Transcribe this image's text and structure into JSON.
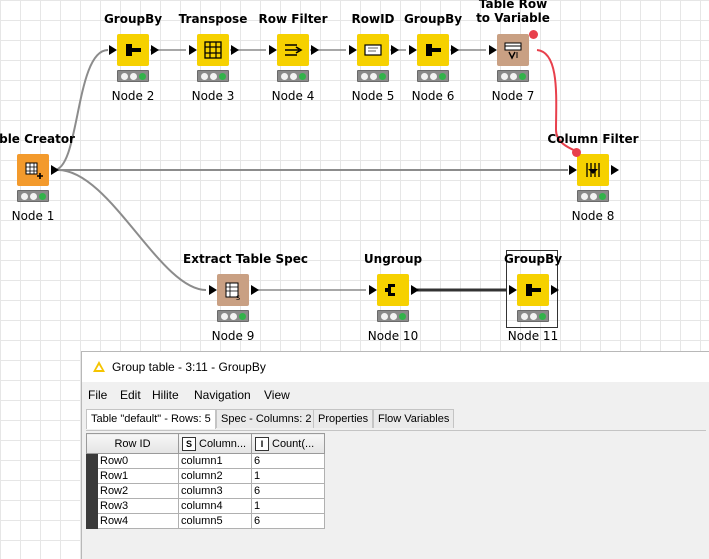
{
  "workflow": {
    "nodes": [
      {
        "id": "groupby-2",
        "title_lines": [
          "GroupBy"
        ],
        "label": "Node 2",
        "icon": "groupby-icon",
        "color": "#f6d100"
      },
      {
        "id": "transpose-3",
        "title_lines": [
          "Transpose"
        ],
        "label": "Node 3",
        "icon": "transpose-icon",
        "color": "#f6d100"
      },
      {
        "id": "rowfilter-4",
        "title_lines": [
          "Row Filter"
        ],
        "label": "Node 4",
        "icon": "row-filter-icon",
        "color": "#f6d100"
      },
      {
        "id": "rowid-5",
        "title_lines": [
          "RowID"
        ],
        "label": "Node 5",
        "icon": "rowid-icon",
        "color": "#f6d100"
      },
      {
        "id": "groupby-6",
        "title_lines": [
          "GroupBy"
        ],
        "label": "Node 6",
        "icon": "groupby-icon",
        "color": "#f6d100"
      },
      {
        "id": "tablerow-7",
        "title_lines": [
          "Table Row",
          "to Variable"
        ],
        "label": "Node 7",
        "icon": "table-row-to-variable-icon",
        "color": "#c9a083"
      },
      {
        "id": "tablecreator-1",
        "title_lines": [
          "able Creator"
        ],
        "label": "Node 1",
        "icon": "table-creator-icon",
        "color": "#f39a2c"
      },
      {
        "id": "columnfilter-8",
        "title_lines": [
          "Column Filter"
        ],
        "label": "Node 8",
        "icon": "column-filter-icon",
        "color": "#f6d100"
      },
      {
        "id": "extractspec-9",
        "title_lines": [
          "Extract Table Spec"
        ],
        "label": "Node 9",
        "icon": "extract-table-spec-icon",
        "color": "#c9a083"
      },
      {
        "id": "ungroup-10",
        "title_lines": [
          "Ungroup"
        ],
        "label": "Node 10",
        "icon": "ungroup-icon",
        "color": "#f6d100"
      },
      {
        "id": "groupby-11",
        "title_lines": [
          "GroupBy"
        ],
        "label": "Node 11",
        "icon": "groupby-icon",
        "color": "#f6d100"
      }
    ]
  },
  "dialog": {
    "title": "Group table - 3:11 - GroupBy",
    "menu": [
      "File",
      "Edit",
      "Hilite",
      "Navigation",
      "View"
    ],
    "tabs": [
      "Table \"default\" - Rows: 5",
      "Spec - Columns: 2",
      "Properties",
      "Flow Variables"
    ],
    "table": {
      "headers": [
        "Row ID",
        "Column...",
        "Count(..."
      ],
      "header_types": [
        "",
        "S",
        "I"
      ],
      "rows": [
        [
          "Row0",
          "column1",
          "6"
        ],
        [
          "Row1",
          "column2",
          "1"
        ],
        [
          "Row2",
          "column3",
          "6"
        ],
        [
          "Row3",
          "column4",
          "1"
        ],
        [
          "Row4",
          "column5",
          "6"
        ]
      ]
    }
  },
  "colors": {
    "node_yellow": "#f6d100",
    "node_orange": "#f39a2c",
    "node_brown": "#c9a083",
    "status_green": "#31b34a",
    "variable_connection": "#e8404c"
  }
}
